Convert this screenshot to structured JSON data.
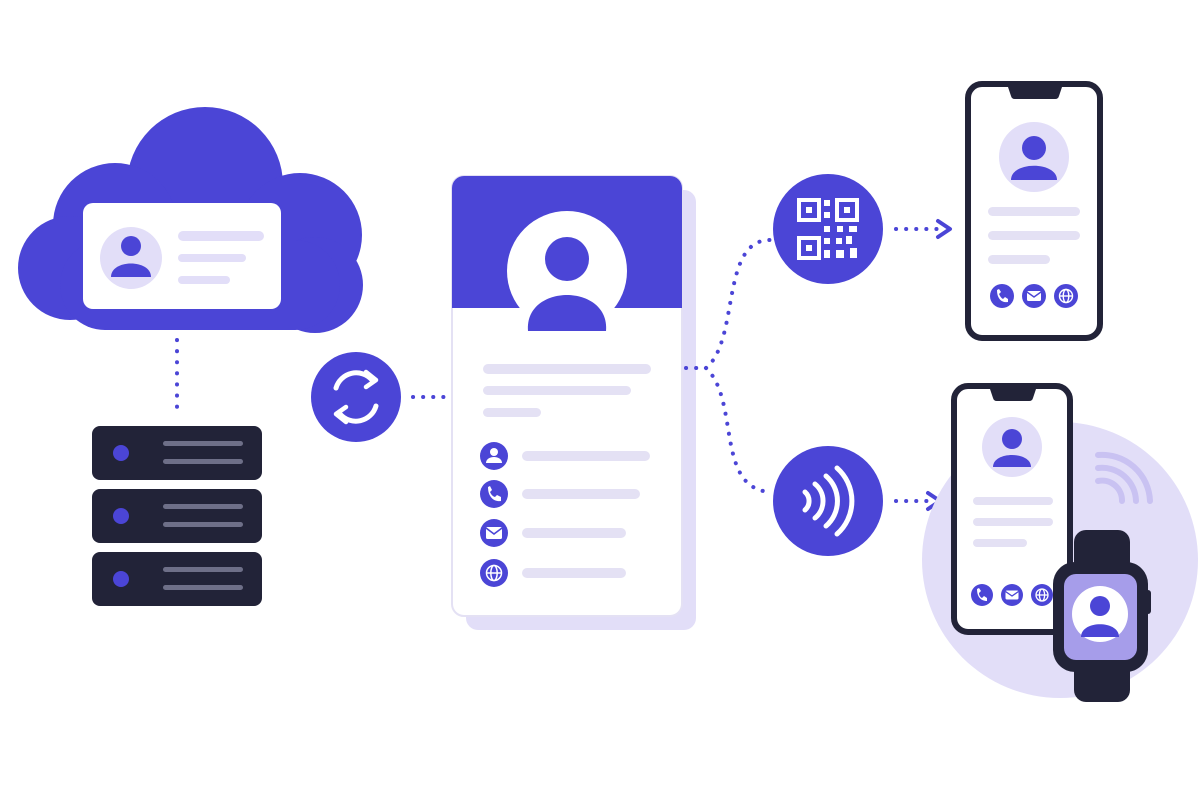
{
  "illustration": {
    "nodes": [
      {
        "id": "cloud",
        "icon": "cloud-icon",
        "content": "contact-card-preview"
      },
      {
        "id": "server",
        "icon": "server-stack-icon",
        "units": 3
      },
      {
        "id": "sync",
        "icon": "sync-icon"
      },
      {
        "id": "digital-card",
        "icon": "contact-card-icon",
        "actions": [
          "person-icon",
          "phone-icon",
          "mail-icon",
          "globe-icon"
        ]
      },
      {
        "id": "qr",
        "icon": "qr-code-icon"
      },
      {
        "id": "nfc",
        "icon": "nfc-icon"
      },
      {
        "id": "phone-top",
        "icon": "smartphone-icon",
        "actions": [
          "phone-icon",
          "mail-icon",
          "globe-icon"
        ]
      },
      {
        "id": "phone-bottom",
        "icon": "smartphone-icon",
        "actions": [
          "phone-icon",
          "mail-icon",
          "globe-icon"
        ]
      },
      {
        "id": "watch",
        "icon": "smartwatch-icon"
      }
    ],
    "connections": [
      {
        "from": "cloud",
        "to": "server",
        "style": "dotted"
      },
      {
        "from": "sync",
        "to": "digital-card",
        "style": "dotted"
      },
      {
        "from": "digital-card",
        "to": "qr",
        "style": "dotted"
      },
      {
        "from": "digital-card",
        "to": "nfc",
        "style": "dotted"
      },
      {
        "from": "qr",
        "to": "phone-top",
        "style": "dotted-arrow"
      },
      {
        "from": "nfc",
        "to": "phone-bottom",
        "style": "dotted-arrow"
      }
    ]
  },
  "colors": {
    "accent": "#4B45D6",
    "accent_light": "#E2DEF8",
    "accent_soft": "#C9C2F2",
    "dark": "#222338",
    "line_gray": "#E4E1F4",
    "background": "#FFFFFF"
  }
}
